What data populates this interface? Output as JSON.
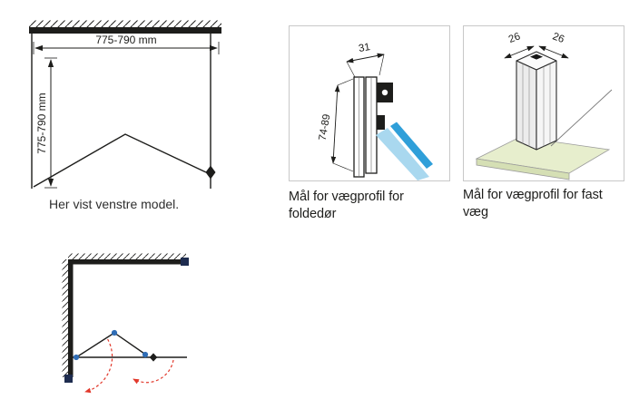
{
  "shower_plan": {
    "width_dim": "775-790 mm",
    "depth_dim": "775-790 mm",
    "caption": "Her vist venstre model."
  },
  "fold_door_profile": {
    "width_dim": "31",
    "depth_dim": "74-89",
    "caption": "Mål for vægprofil for foldedør"
  },
  "fixed_wall_profile": {
    "left_dim": "26",
    "right_dim": "26",
    "caption": "Mål for vægprofil for fast væg"
  },
  "colors": {
    "line": "#1d1d1b",
    "glass_light": "#a9d8ef",
    "glass_dark": "#2f9fd9",
    "hinge_blue": "#2f6db6",
    "swing_red": "#e2392c",
    "anchor_navy": "#1e2c4f",
    "floor_green": "#e7eecd"
  }
}
